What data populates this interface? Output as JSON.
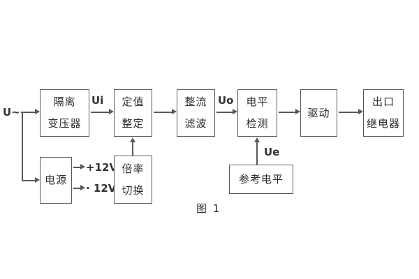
{
  "diagram": {
    "caption": "图 1",
    "input_label": "U~",
    "signal_labels": {
      "ui": "Ui",
      "uo": "Uo",
      "ue": "Ue"
    },
    "power_outputs": {
      "plus": "+12V",
      "minus": "· 12V"
    },
    "blocks": {
      "isolation_transformer": {
        "line1": "隔离",
        "line2": "变压器"
      },
      "setting_adjust": {
        "line1": "定值",
        "line2": "整定"
      },
      "rectifier_filter": {
        "line1": "整流",
        "line2": "滤波"
      },
      "level_detect": {
        "line1": "电平",
        "line2": "检测"
      },
      "driver": {
        "line1": "驱动"
      },
      "output_relay": {
        "line1": "出口",
        "line2": "继电器"
      },
      "power_supply": {
        "line1": "电源"
      },
      "ratio_switch": {
        "line1": "倍率",
        "line2": "切换"
      },
      "reference_level": {
        "line1": "参考电平"
      }
    },
    "colors": {
      "line": "#595959",
      "text": "#333333",
      "background": "#ffffff"
    }
  }
}
